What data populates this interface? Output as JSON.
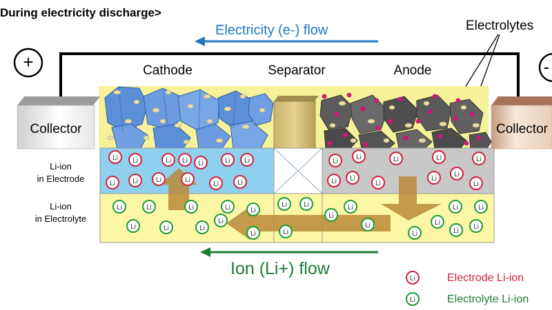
{
  "diagram": {
    "title": "During electricity discharge>",
    "electricity_flow_label": "Electricity (e-) flow",
    "ion_flow_label": "Ion (Li+) flow",
    "electrolytes_label": "Electrolytes",
    "plus_symbol": "+",
    "minus_symbol": "-",
    "components": {
      "cathode": "Cathode",
      "separator": "Separator",
      "anode": "Anode",
      "collector_left": "Collector",
      "collector_right": "Collector"
    },
    "row_labels": {
      "electrode_line1": "Li-ion",
      "electrode_line2": "in Electrode",
      "electrolyte_line1": "Li-ion",
      "electrolyte_line2": "in Electrolyte"
    },
    "ion_symbol": "Li",
    "legend": {
      "electrode": "Electrode Li-ion",
      "electrolyte": "Electrolyte Li-ion"
    },
    "colors": {
      "electricity_arrow": "#1f77c4",
      "ion_arrow": "#1e7b34",
      "electrode_ion": "#d0213d",
      "electrolyte_ion": "#1f9a3a",
      "cathode_band": "#8fd0ee",
      "anode_band": "#c8c8c8",
      "electrolyte_band": "#fbf7a4",
      "top_band": "#f6f299",
      "flow_arrow": "#b98a3a"
    }
  }
}
